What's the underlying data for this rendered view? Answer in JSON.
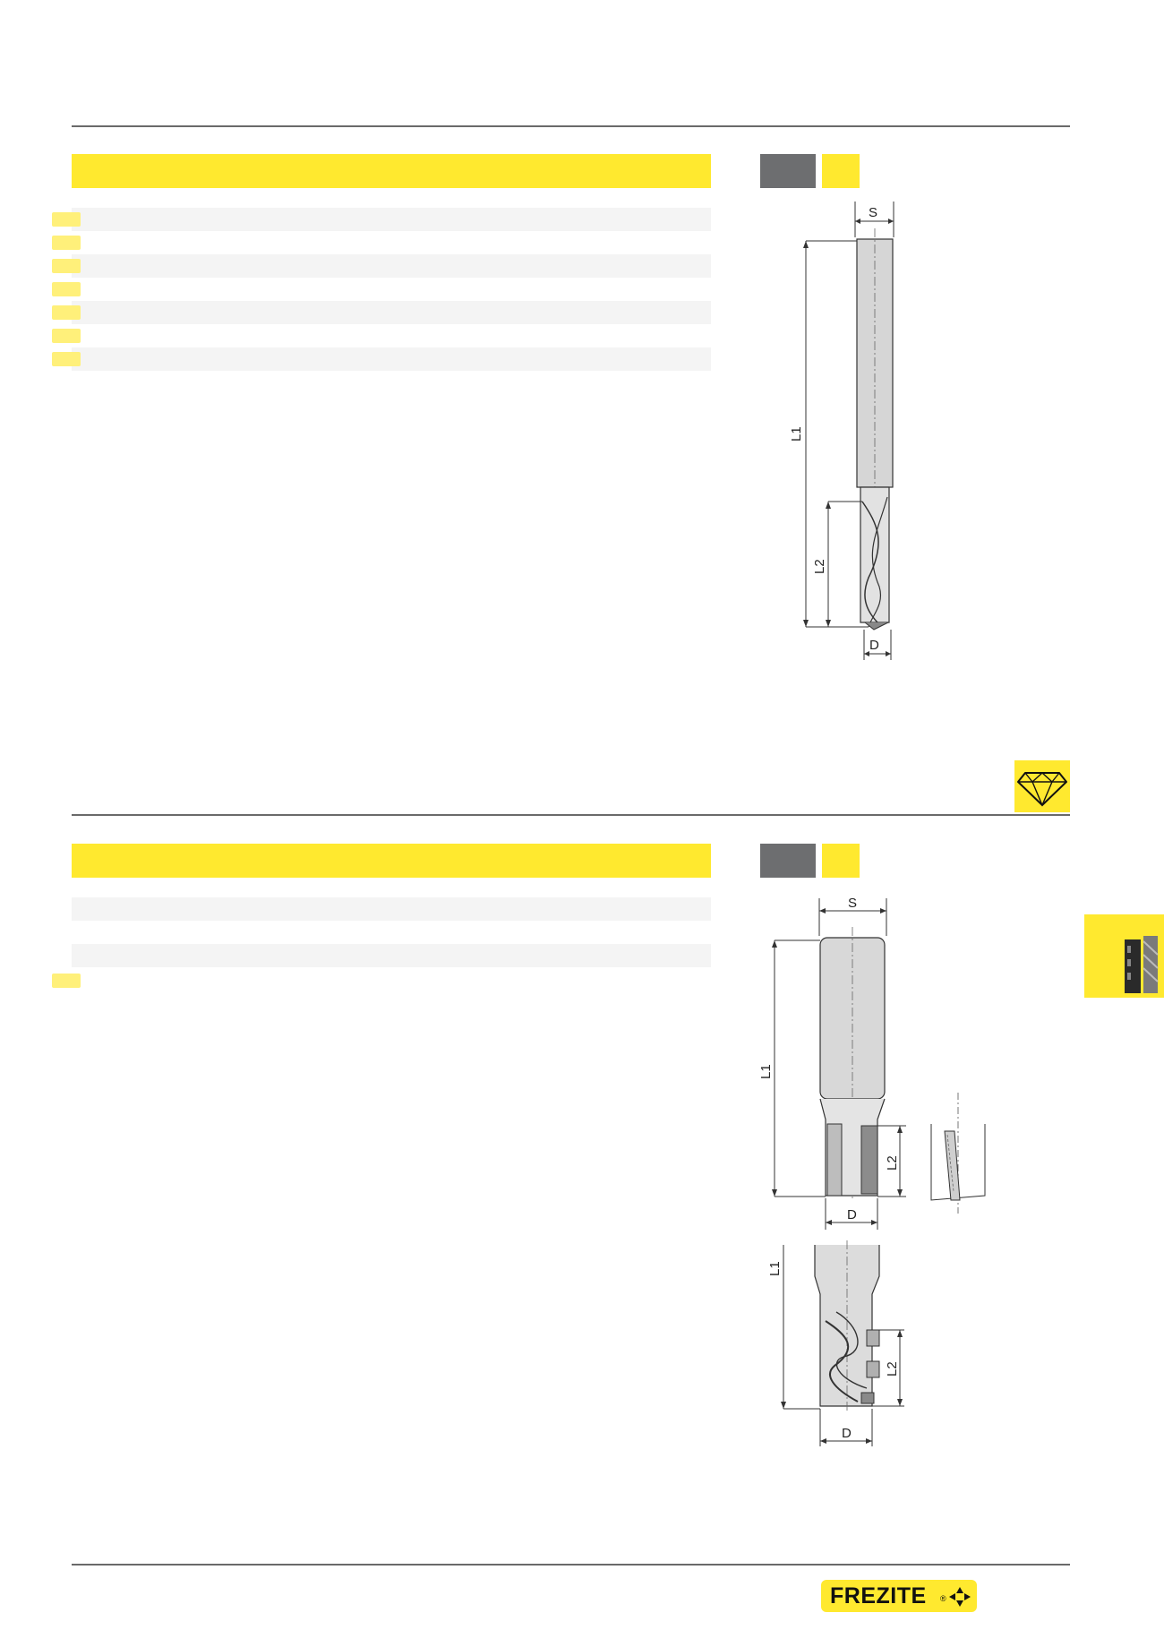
{
  "section1": {
    "drawing_labels": {
      "shank": "S",
      "overall_length": "L1",
      "cutting_length": "L2",
      "diameter": "D"
    },
    "rows": 7,
    "badge_rows": 7
  },
  "section2": {
    "drawing_labels": {
      "shank": "S",
      "overall_length": "L1",
      "cutting_length": "L2",
      "diameter": "D"
    },
    "drawing2_labels": {
      "overall_length": "L1",
      "cutting_length": "L2",
      "diameter": "D"
    }
  },
  "icons": {
    "diamond": "diamond-icon",
    "side_tab": "router-bit-thumbnail"
  },
  "footer": {
    "brand": "FREZITE",
    "registered": "®"
  },
  "colors": {
    "accent_yellow": "#ffe92f",
    "tag_gray": "#6d6e70",
    "rule": "#6a6a6a"
  }
}
